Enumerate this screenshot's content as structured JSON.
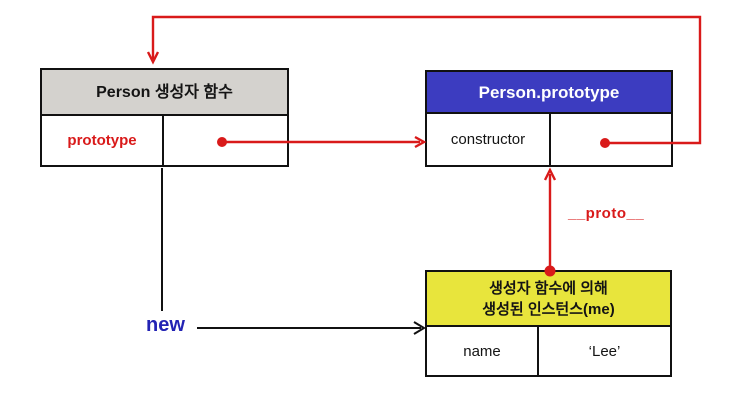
{
  "colors": {
    "red": "#d91a1a",
    "gray_header": "#d4d2ce",
    "blue_header": "#3c3cc0",
    "yellow_header": "#e8e53c",
    "new_blue": "#2323b4",
    "line_black": "#111111"
  },
  "boxes": {
    "person_fn": {
      "title": "Person 생성자 함수",
      "key": "prototype",
      "value": ""
    },
    "person_prototype": {
      "title": "Person.prototype",
      "key": "constructor",
      "value": ""
    },
    "instance": {
      "title": "생성자 함수에 의해\n생성된 인스턴스(me)",
      "key": "name",
      "value": "‘Lee’"
    }
  },
  "labels": {
    "proto": "__proto__",
    "new": "new"
  }
}
